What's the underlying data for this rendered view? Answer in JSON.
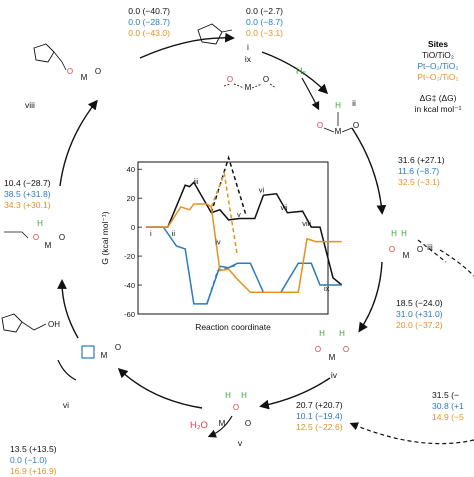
{
  "legend": {
    "title": "Sites",
    "site_1": "TiO/TiO₂",
    "site_2": "Pt–O₂/TiO₂",
    "site_3": "Pt–O₃/TiO₂",
    "units_line1": "ΔG‡ (ΔG)",
    "units_line2": "in kcal mol⁻¹"
  },
  "colors": {
    "site_1": "#111111",
    "site_2": "#2b7bbd",
    "site_3": "#e8901e",
    "atom_o": "#e0404a",
    "atom_h": "#3aa43a"
  },
  "energies": {
    "top_left": [
      "0.0 (−40.7)",
      "0.0 (−28.7)",
      "0.0 (−43.0)"
    ],
    "top_center": [
      "0.0 (−2.7)",
      "0.0 (−8.7)",
      "0.0 (−3.1)"
    ],
    "left_upper": [
      "10.4 (−28.7)",
      "38.5 (+31.8)",
      "34.3 (+30.1)"
    ],
    "right_upper": [
      "31.6 (+27.1)",
      "11.6 (−8.7)",
      "32.5 (−3.1)"
    ],
    "right_mid": [
      "18.5 (−24.0)",
      "31.0 (+31.0)",
      "20.0 (−37.2)"
    ],
    "bottom_center": [
      "20.7 (+20.7)",
      "10.1 (−19.4)",
      "12.5 (−22.6)"
    ],
    "bottom_left": [
      "13.5 (+13.5)",
      "0.0 (−1.0)",
      "16.9 (+16.9)"
    ],
    "bottom_right": [
      "31.5 (−",
      "30.8 (+1",
      "14.9 (−5"
    ]
  },
  "step_labels": {
    "i": "i",
    "ix": "ix",
    "ii": "ii",
    "iii": "iii",
    "iv": "iv",
    "v": "v",
    "vi": "vi",
    "vii": "vii",
    "viii": "viii"
  },
  "molecule_labels": {
    "h2": "H₂",
    "h2o": "H₂O",
    "oh": "OH",
    "m": "M",
    "o": "O",
    "h": "H"
  },
  "chart_data": {
    "type": "line",
    "ylabel": "G (kcal mol⁻¹)",
    "xlabel": "Reaction coordinate",
    "ylim": [
      -60,
      45
    ],
    "yticks": [
      -60,
      -40,
      -20,
      0,
      20,
      40
    ],
    "step_labels": [
      "i",
      "ii",
      "iii",
      "iv",
      "v",
      "vi",
      "vii",
      "viii",
      "ix"
    ],
    "series": [
      {
        "color": "#111111",
        "x": [
          0,
          1,
          1.8,
          2,
          2.2,
          3,
          3.4,
          3.8,
          4.3,
          5,
          5.4,
          6,
          6.5,
          7.2,
          7.6,
          8,
          8.6,
          9
        ],
        "y": [
          0,
          0,
          29,
          28,
          31,
          10,
          12,
          5,
          6,
          6,
          22,
          23,
          10,
          11,
          0,
          0,
          -35,
          -40
        ]
      },
      {
        "color": "#111111",
        "dashed": true,
        "x": [
          3,
          3.8,
          4.6
        ],
        "y": [
          10,
          48,
          8
        ]
      },
      {
        "color": "#2b7bbd",
        "x": [
          0,
          0.8,
          1.4,
          1.8,
          2.2,
          2.8,
          3.4,
          3.8,
          4.2,
          4.8,
          5.4,
          6.2,
          7,
          7.6,
          8,
          8.6,
          9
        ],
        "y": [
          0,
          0,
          -13,
          -15,
          -53,
          -53,
          -27,
          -28,
          -25,
          -25,
          -45,
          -45,
          -25,
          -25,
          -40,
          -40,
          -40
        ]
      },
      {
        "color": "#2b7bbd",
        "dashed": true,
        "x": [
          2.8,
          3.3,
          4.2
        ],
        "y": [
          -53,
          -30,
          -26
        ]
      },
      {
        "color": "#e8901e",
        "x": [
          0,
          1,
          1.6,
          2,
          2.2,
          2.8,
          3,
          3.4,
          3.8,
          4.2,
          4.8,
          5.4,
          7,
          7.4,
          7.8,
          8.2,
          9
        ],
        "y": [
          0,
          0,
          14,
          12,
          16,
          16,
          14,
          -30,
          -29,
          -36,
          -45,
          -45,
          -45,
          -8,
          -10,
          -10,
          -10
        ]
      },
      {
        "color": "#e8901e",
        "dashed": true,
        "x": [
          3,
          3.6,
          4.2
        ],
        "y": [
          14,
          37,
          -20
        ]
      }
    ]
  }
}
